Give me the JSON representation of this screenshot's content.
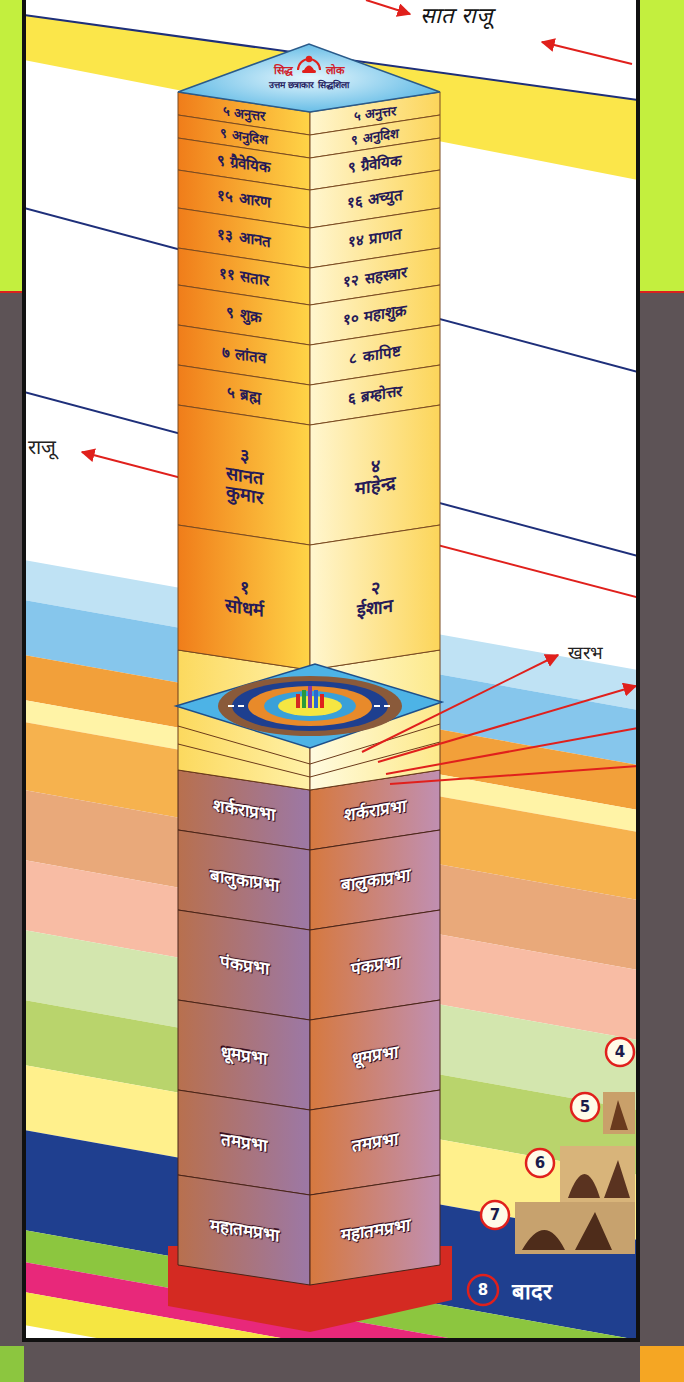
{
  "diagram": {
    "nodes": [
      {
        "text": [
          "सिद्ध लोक",
          "उत्तम छत्राकार सिद्धशिला"
        ]
      },
      {
        "text": [
          "५ अनुत्तर"
        ]
      },
      {
        "text": [
          "५ अनुत्तर"
        ]
      },
      {
        "text": [
          "९ अनुदिश"
        ]
      },
      {
        "text": [
          "९ अनुदिश"
        ]
      },
      {
        "text": [
          "९ ग्रैवेयिक"
        ]
      },
      {
        "text": [
          "९ ग्रैवेयिक"
        ]
      },
      {
        "text": [
          "१५ आरण"
        ]
      },
      {
        "text": [
          "१६ अच्युत"
        ]
      },
      {
        "text": [
          "१३ आनत"
        ]
      },
      {
        "text": [
          "१४ प्राणत"
        ]
      },
      {
        "text": [
          "११ सतार"
        ]
      },
      {
        "text": [
          "१२ सहस्त्रार"
        ]
      },
      {
        "text": [
          "९ शुक्र"
        ]
      },
      {
        "text": [
          "१० महाशुक्र"
        ]
      },
      {
        "text": [
          "७ लांतव"
        ]
      },
      {
        "text": [
          "८ कापिष्ट"
        ]
      },
      {
        "text": [
          "५ ब्रह्म"
        ]
      },
      {
        "text": [
          "६ ब्रम्होत्तर"
        ]
      },
      {
        "text": [
          "३ सानत कुमार"
        ]
      },
      {
        "text": [
          "४ माहेन्द्र"
        ]
      },
      {
        "text": [
          "१ सोधर्म"
        ]
      },
      {
        "text": [
          "२ ईशान"
        ]
      },
      {
        "text": [
          "शर्कराप्रभा"
        ]
      },
      {
        "text": [
          "शर्कराप्रभा"
        ]
      },
      {
        "text": [
          "बालुकाप्रभा"
        ]
      },
      {
        "text": [
          "बालुकाप्रभा"
        ]
      },
      {
        "text": [
          "पंकप्रभा"
        ]
      },
      {
        "text": [
          "पंकप्रभा"
        ]
      },
      {
        "text": [
          "धूमप्रभा"
        ]
      },
      {
        "text": [
          "धूमप्रभा"
        ]
      },
      {
        "text": [
          "तमप्रभा"
        ]
      },
      {
        "text": [
          "तमप्रभा"
        ]
      },
      {
        "text": [
          "महातमप्रभा"
        ]
      },
      {
        "text": [
          "महातमप्रभा"
        ]
      }
    ],
    "labels": [
      "सात राजू",
      "राजू",
      "खरभ",
      "4",
      "5",
      "6",
      "7",
      "8",
      "बादर"
    ]
  }
}
